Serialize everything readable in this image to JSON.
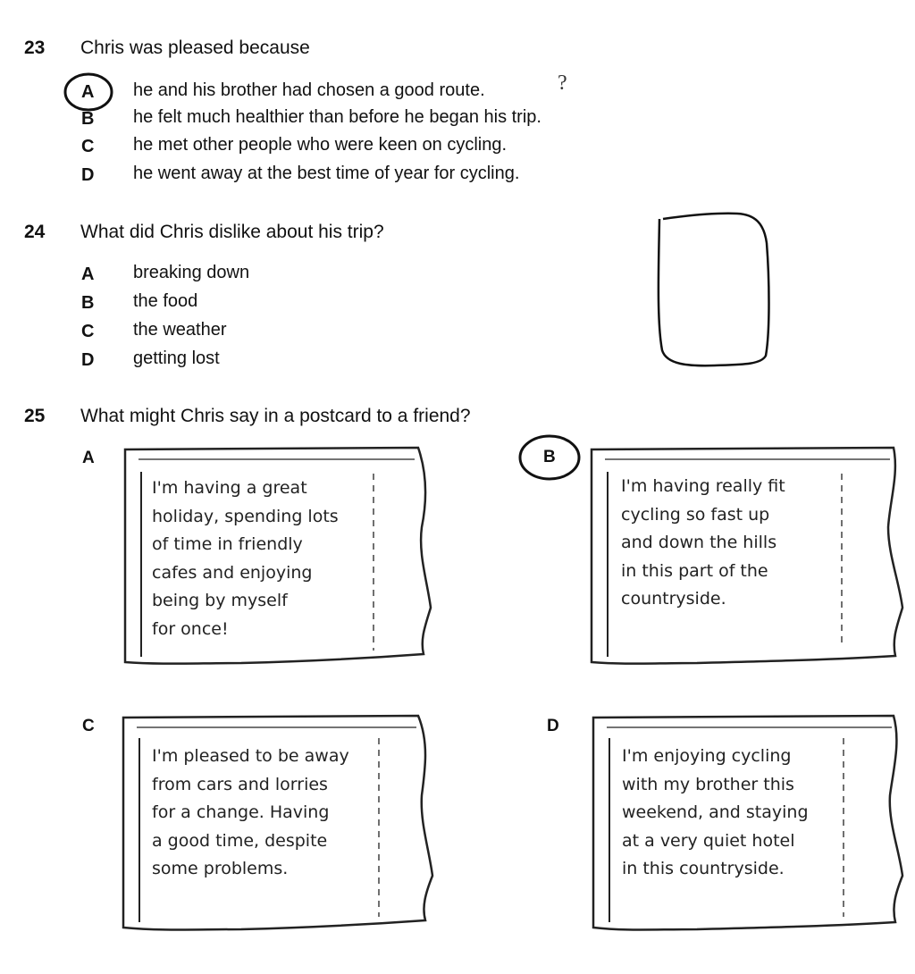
{
  "questions": [
    {
      "number": "23",
      "text": "Chris was pleased because",
      "options": [
        {
          "letter": "A",
          "text": "he and his brother had chosen a good route."
        },
        {
          "letter": "B",
          "text": "he felt much healthier than before he began his trip."
        },
        {
          "letter": "C",
          "text": "he met other people who were keen on cycling."
        },
        {
          "letter": "D",
          "text": "he went away at the best time of year for cycling."
        }
      ],
      "annotation": "?"
    },
    {
      "number": "24",
      "text": "What did Chris dislike about his trip?",
      "options": [
        {
          "letter": "A",
          "text": "breaking down"
        },
        {
          "letter": "B",
          "text": "the food"
        },
        {
          "letter": "C",
          "text": "the weather"
        },
        {
          "letter": "D",
          "text": "getting lost"
        }
      ]
    },
    {
      "number": "25",
      "text": "What might Chris say in a postcard to a friend?",
      "postcards": [
        {
          "letter": "A",
          "lines": [
            "I'm having a great",
            "holiday, spending lots",
            "of time in friendly",
            "cafes and enjoying",
            "being by myself",
            "for once!"
          ]
        },
        {
          "letter": "B",
          "lines": [
            "I'm having really fit",
            "cycling so fast up",
            "and down the hills",
            "in this part of the",
            "countryside."
          ]
        },
        {
          "letter": "C",
          "lines": [
            "I'm pleased to be away",
            "from cars and lorries",
            "for a change. Having",
            "a good time, despite",
            "some problems."
          ]
        },
        {
          "letter": "D",
          "lines": [
            "I'm enjoying cycling",
            "with my brother this",
            "weekend, and staying",
            "at a very quiet hotel",
            "in this countryside."
          ]
        }
      ]
    }
  ]
}
